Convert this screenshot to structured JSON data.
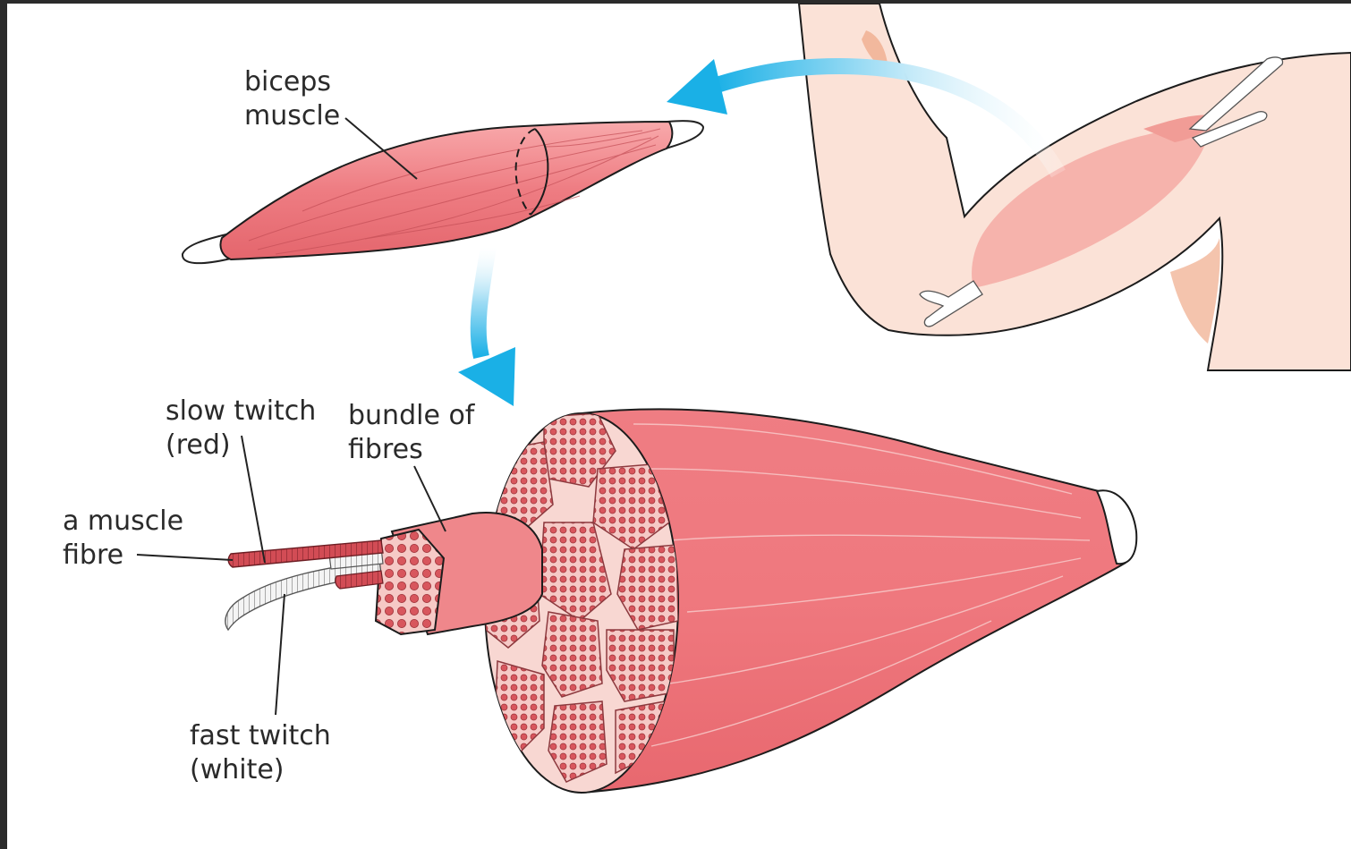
{
  "labels": {
    "biceps": [
      "biceps",
      "muscle"
    ],
    "slow_twitch": [
      "slow twitch",
      "(red)"
    ],
    "bundle": [
      "bundle of",
      "fibres"
    ],
    "muscle_fibre": [
      "a muscle",
      "fibre"
    ],
    "fast_twitch": [
      "fast twitch",
      "(white)"
    ]
  },
  "colors": {
    "background": "#ffffff",
    "frame": "#2b2b2b",
    "muscle": "#ef7a80",
    "muscle_light": "#f5a3a6",
    "skin": "#fbe1d6",
    "skin_shadow": "#f3b99c",
    "tendon": "#ffffff",
    "arrow": "#1ab0e6",
    "fibre_red": "#c9474f",
    "fibre_white": "#f2f2f2"
  },
  "icons": {
    "arrow_arm_to_biceps": "curved-arrow-icon",
    "arrow_biceps_to_section": "curved-arrow-icon"
  }
}
